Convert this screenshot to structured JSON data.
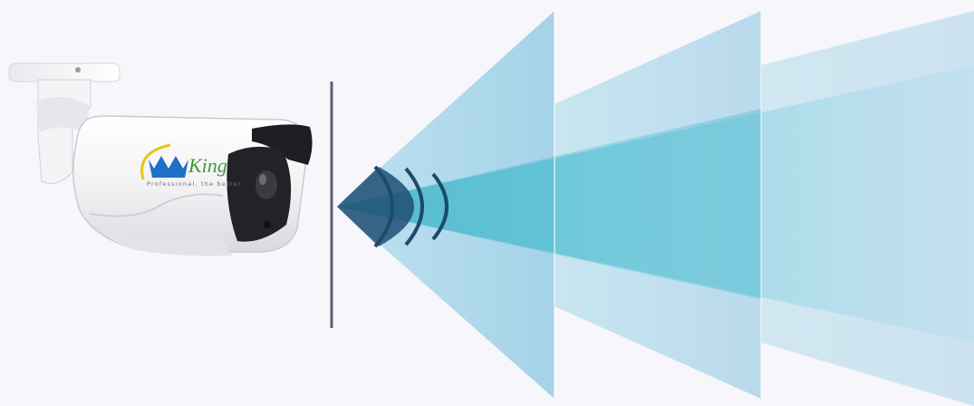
{
  "brand": {
    "name": "King",
    "tagline": "Professional, the better",
    "name_color": "#3f9a3a",
    "crown_color": "#1f6fc9",
    "swoosh_color": "#e6c419"
  },
  "colors": {
    "background": "#f6f6fb",
    "camera_body": "#f2f2f4",
    "lens_face": "#202024",
    "divider": "#5e6278",
    "beam_light": "#a9d9ea",
    "beam_mid": "#4cbfcf",
    "wave": "#1d4a6b"
  },
  "icons": [
    "camera-icon",
    "crown-icon",
    "signal-wave-icon",
    "field-of-view-beam"
  ]
}
